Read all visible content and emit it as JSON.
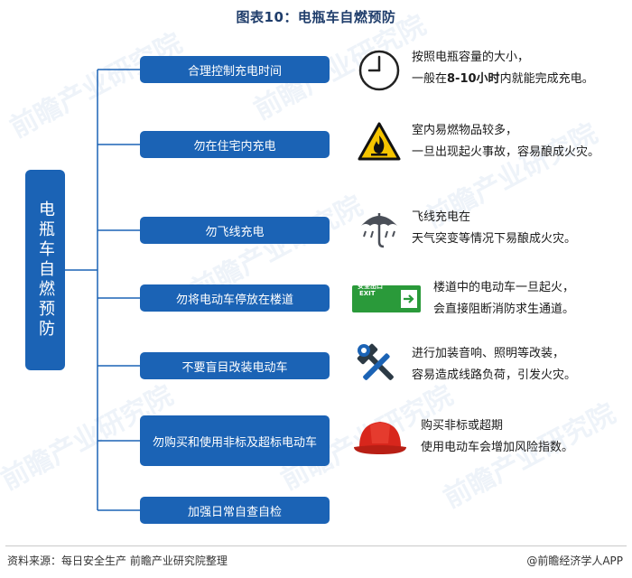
{
  "title": "图表10：电瓶车自燃预防",
  "root_label": "电瓶车自燃预防",
  "measures": [
    {
      "label": "合理控制充电时间",
      "icon": "clock-icon",
      "line1": "按照电瓶容量的大小，",
      "line2_pre": "一般在",
      "line2_bold": "8-10小时",
      "line2_post": "内就能完成充电。"
    },
    {
      "label": "勿在住宅内充电",
      "icon": "fire-warning-icon",
      "line1": "室内易燃物品较多，",
      "line2_pre": "一旦出现起火事故，容易酿成火灾。",
      "line2_bold": "",
      "line2_post": ""
    },
    {
      "label": "勿飞线充电",
      "icon": "umbrella-rain-icon",
      "line1": "飞线充电在",
      "line2_pre": "天气突变等情况下易酿成火灾。",
      "line2_bold": "",
      "line2_post": ""
    },
    {
      "label": "勿将电动车停放在楼道",
      "icon": "exit-sign-icon",
      "line1": "楼道中的电动车一旦起火，",
      "line2_pre": "会直接阻断消防求生通道。",
      "line2_bold": "",
      "line2_post": ""
    },
    {
      "label": "不要盲目改装电动车",
      "icon": "tools-icon",
      "line1": "进行加装音响、照明等改装，",
      "line2_pre": "容易造成线路负荷，引发火灾。",
      "line2_bold": "",
      "line2_post": ""
    },
    {
      "label": "勿购买和使用非标及超标电动车",
      "icon": "helmet-icon",
      "line1": "购买非标或超期",
      "line2_pre": "使用电动车会增加风险指数。",
      "line2_bold": "",
      "line2_post": ""
    },
    {
      "label": "加强日常自查自检",
      "icon": "",
      "line1": "",
      "line2_pre": "",
      "line2_bold": "",
      "line2_post": ""
    }
  ],
  "exit_sign": {
    "cn": "安全出口",
    "en": "EXIT"
  },
  "watermark": "前瞻产业研究院",
  "source": "资料来源：每日安全生产 前瞻产业研究院整理",
  "brand": "@前瞻经济学人APP",
  "colors": {
    "primary": "#1b63b5",
    "title": "#1f3d6b",
    "warning": "#f5c400",
    "exit": "#2a9a3a",
    "helmet": "#d8261c"
  }
}
